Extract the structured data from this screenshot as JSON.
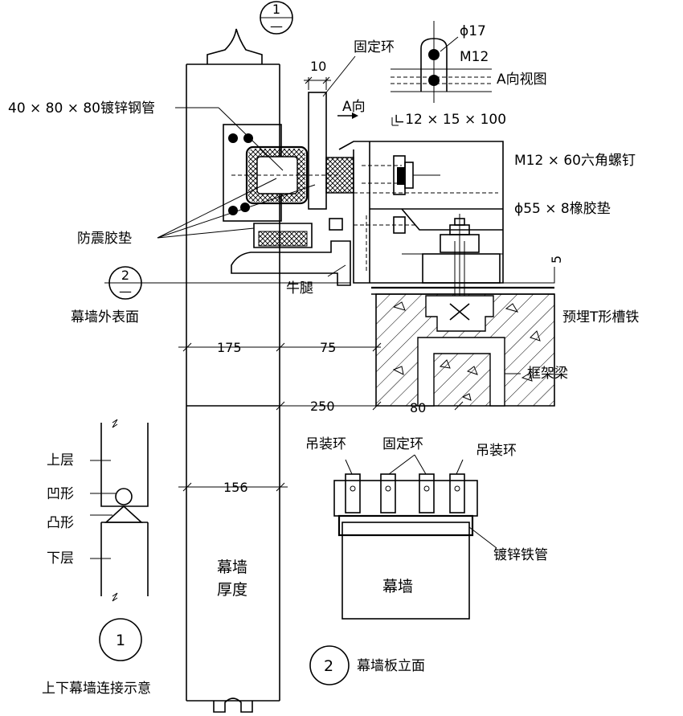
{
  "labels": {
    "tube": "40 × 80 × 80镀锌钢管",
    "fixing_ring_top": "固定环",
    "dim_10": "10",
    "a_dir": "A向",
    "phi17": "ϕ17",
    "m12": "M12",
    "a_view": "A向视图",
    "angle": "∟12 × 15 × 100",
    "bolt": "M12 × 60六角螺钉",
    "rubber_pad": "ϕ55 × 8橡胶垫",
    "anti_shock": "防震胶垫",
    "bracket": "牛腿",
    "num5": "5",
    "outer_surface": "幕墙外表面",
    "embedded": "预埋T形槽铁",
    "frame_beam": "框架梁",
    "dim_175": "175",
    "dim_75": "75",
    "dim_250": "250",
    "dim_80": "80",
    "dim_156": "156",
    "upper": "上层",
    "concave": "凹形",
    "convex": "凸形",
    "lower": "下层",
    "wall_thick_1": "幕墙",
    "wall_thick_2": "厚度",
    "lift_ring_l": "吊装环",
    "fix_ring": "固定环",
    "lift_ring_r": "吊装环",
    "galv_pipe": "镀锌铁管",
    "curtain_wall": "幕墙",
    "circle1": "1",
    "circle2": "2",
    "caption1": "上下幕墙连接示意",
    "caption2": "幕墙板立面",
    "ref_top_num": "1",
    "ref_top_sub": "—",
    "ref_mid_num": "2",
    "ref_mid_sub": "—"
  }
}
